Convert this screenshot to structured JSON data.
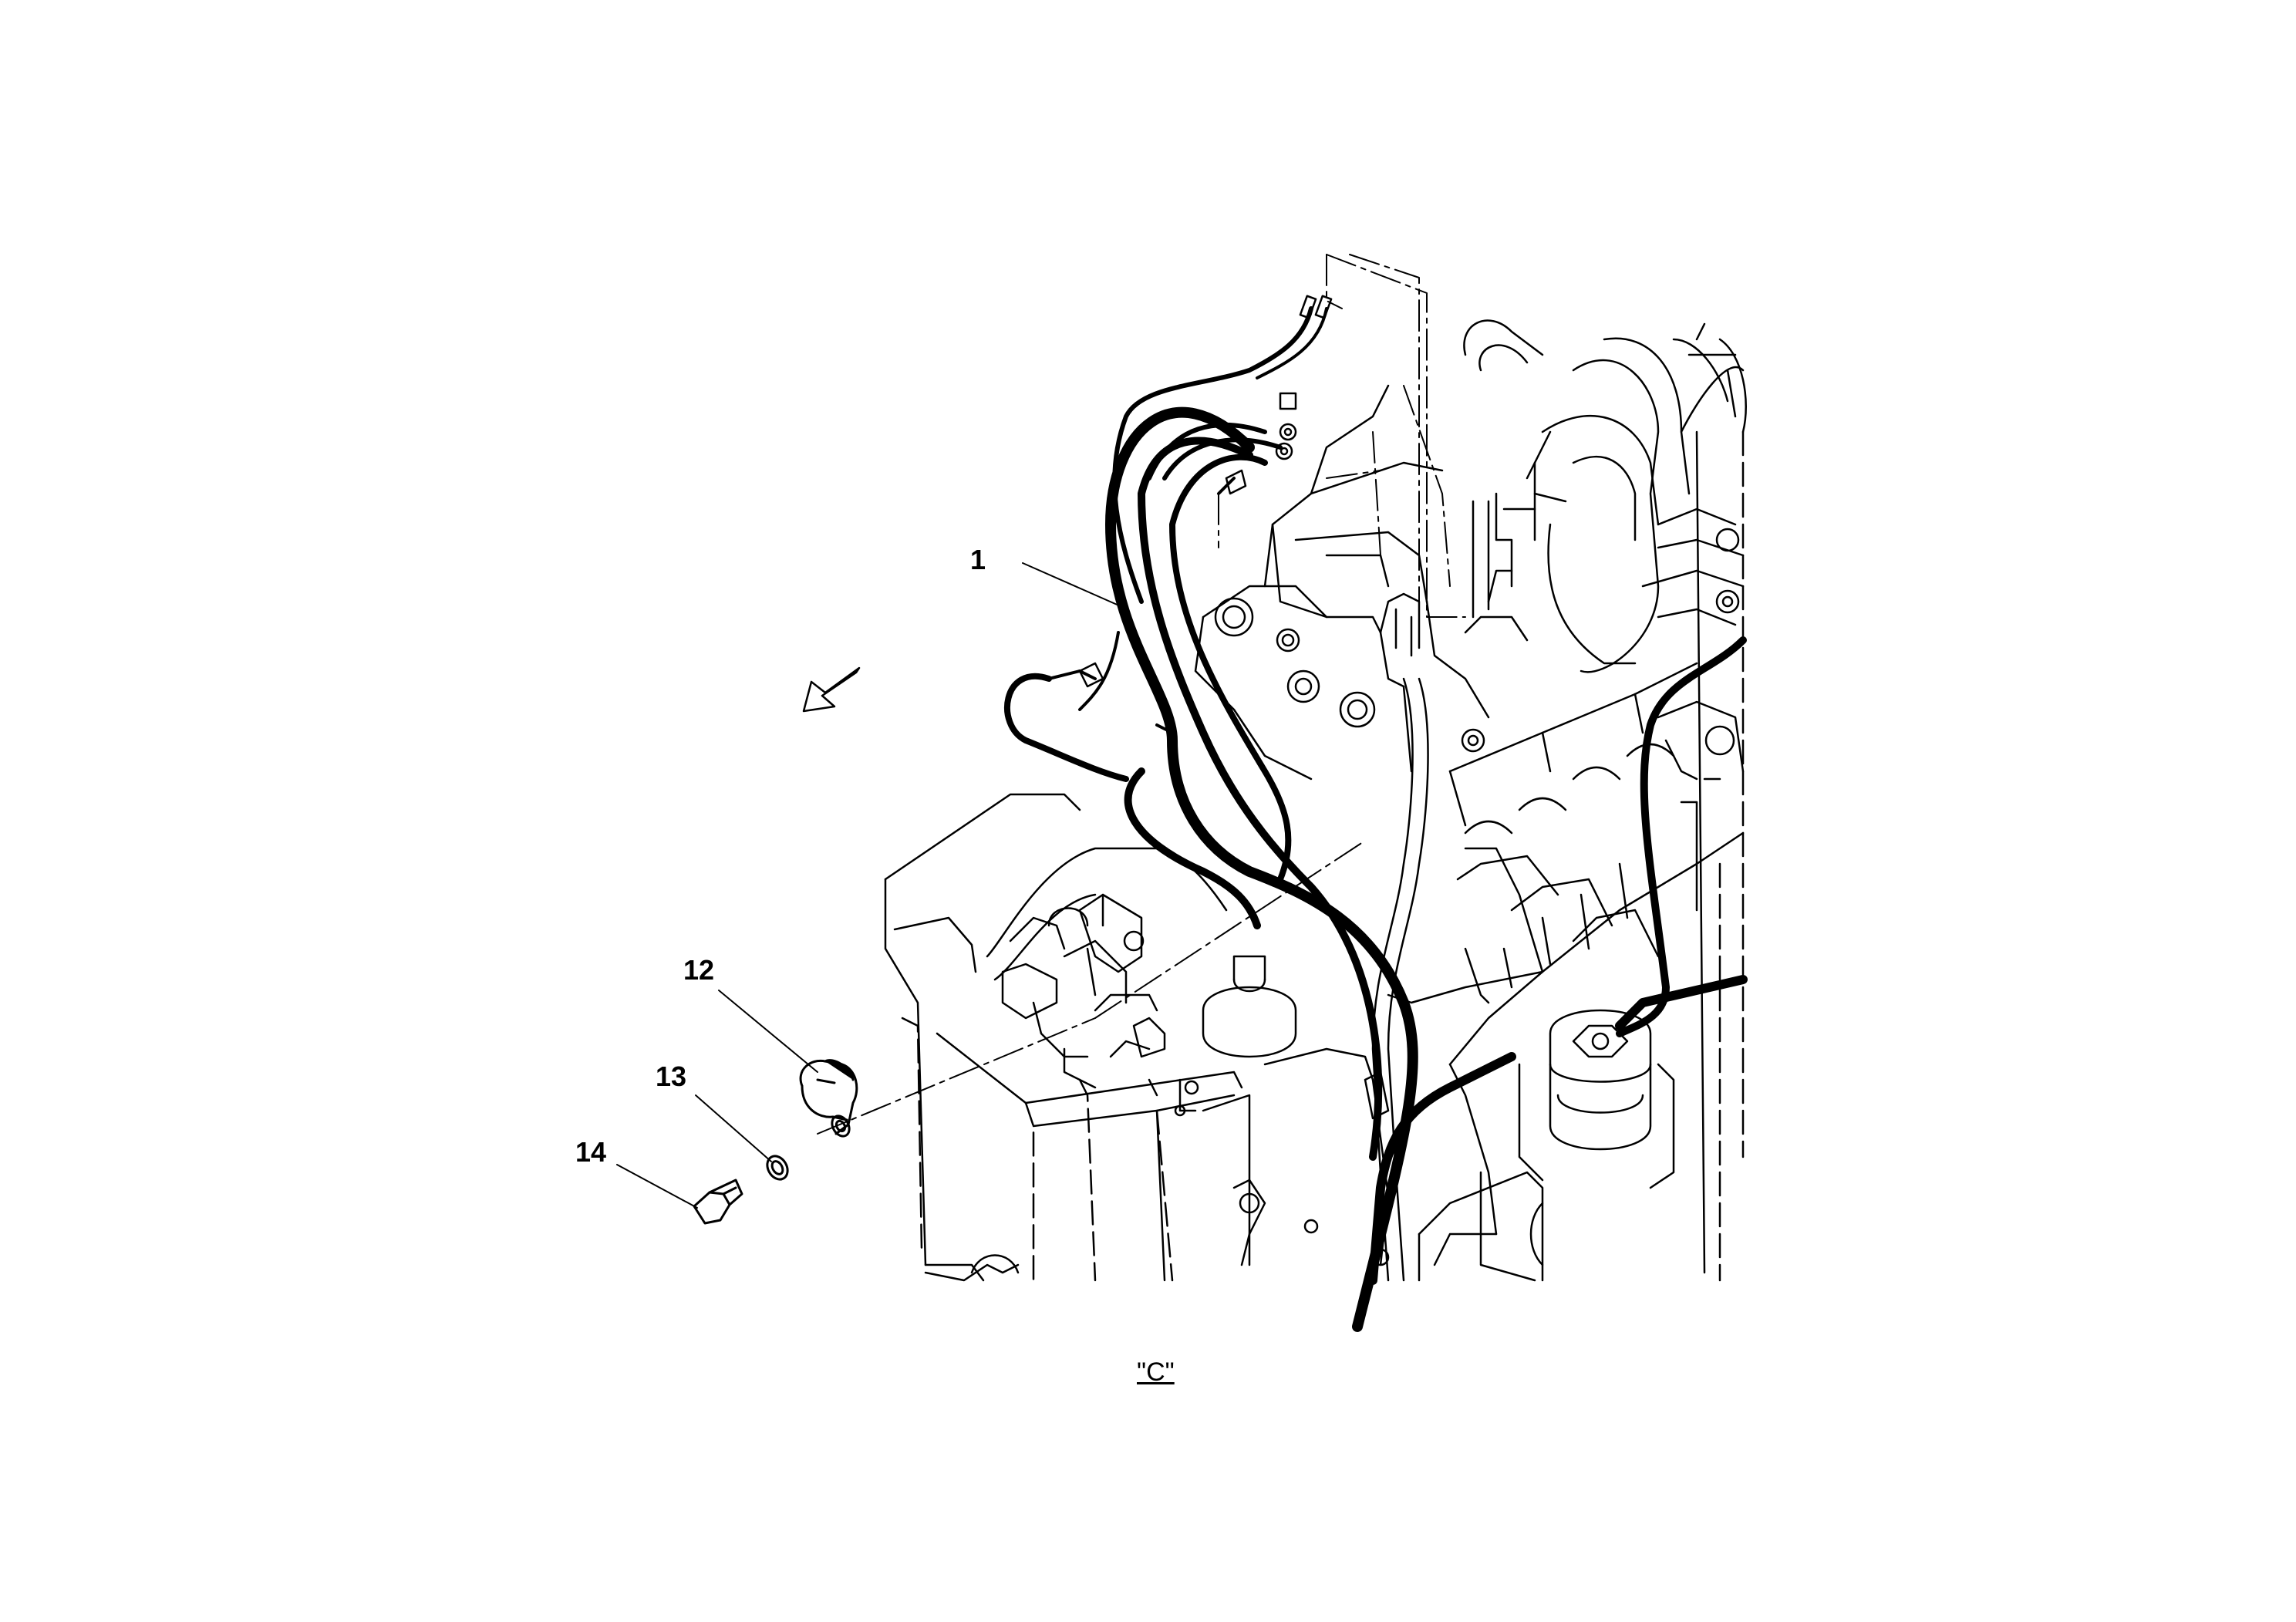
{
  "callouts": [
    {
      "id": "1",
      "label": "1"
    },
    {
      "id": "12",
      "label": "12"
    },
    {
      "id": "13",
      "label": "13"
    },
    {
      "id": "14",
      "label": "14"
    }
  ],
  "view": {
    "label": "\"C\""
  },
  "colors": {
    "line": "#000000",
    "background": "#ffffff"
  },
  "icons": [
    "direction-arrow-icon"
  ]
}
